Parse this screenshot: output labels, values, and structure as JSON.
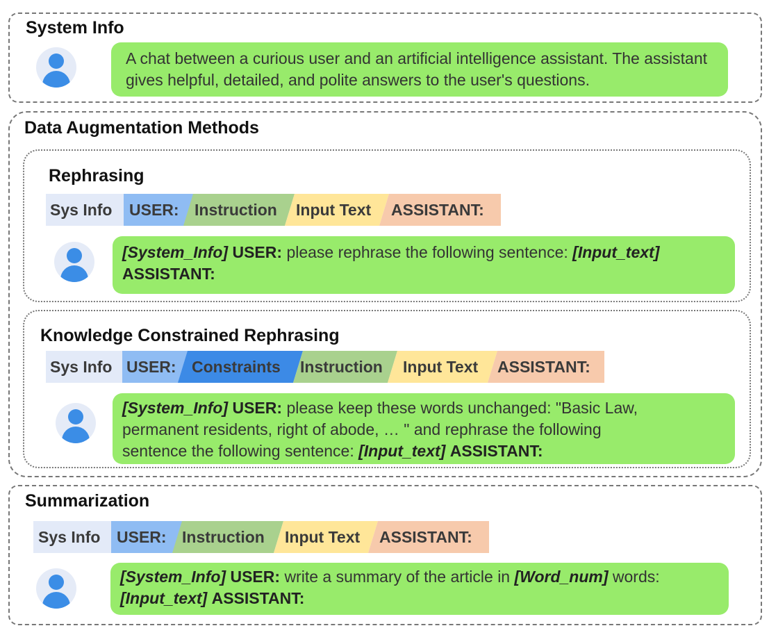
{
  "system_info": {
    "title": "System Info",
    "message": "A chat between a curious user and an artificial intelligence assistant. The assistant gives helpful, detailed, and polite answers to the user's questions."
  },
  "augmentation": {
    "title": "Data Augmentation Methods",
    "rephrasing": {
      "title": "Rephrasing",
      "bar": [
        "Sys Info",
        "USER:",
        "Instruction",
        "Input Text",
        "ASSISTANT:"
      ],
      "msg": {
        "sys": "[System_Info]",
        "user": "USER:",
        "text": "please rephrase the following sentence:",
        "input": "[Input_text]",
        "assistant": "ASSISTANT:"
      }
    },
    "knowledge": {
      "title": "Knowledge Constrained Rephrasing",
      "bar": [
        "Sys Info",
        "USER:",
        "Constraints",
        "Instruction",
        "Input Text",
        "ASSISTANT:"
      ],
      "msg": {
        "sys": "[System_Info]",
        "user": "USER:",
        "line1": "please keep these words unchanged: \"Basic Law,",
        "line2": "permanent residents, right of abode, … \" and rephrase the following",
        "line3": "sentence  the following sentence:",
        "input": "[Input_text]",
        "assistant": "ASSISTANT:"
      }
    }
  },
  "summarization": {
    "title": "Summarization",
    "bar": [
      "Sys Info",
      "USER:",
      "Instruction",
      "Input Text",
      "ASSISTANT:"
    ],
    "msg": {
      "sys": "[System_Info]",
      "user": "USER:",
      "text": "write a summary of the article in",
      "word_num": "[Word_num]",
      "words": "words:",
      "input": "[Input_text]",
      "assistant": "ASSISTANT:"
    }
  },
  "colors": {
    "sys_info": "#e3eaf8",
    "user": "#8fbcf3",
    "constraints": "#3c8ae6",
    "instruction": "#a9d18e",
    "input_text": "#ffe699",
    "assistant": "#f7caac",
    "bubble": "#98eb6b",
    "avatar_fg": "#3b8de6",
    "avatar_bg": "#e5ebf7"
  }
}
